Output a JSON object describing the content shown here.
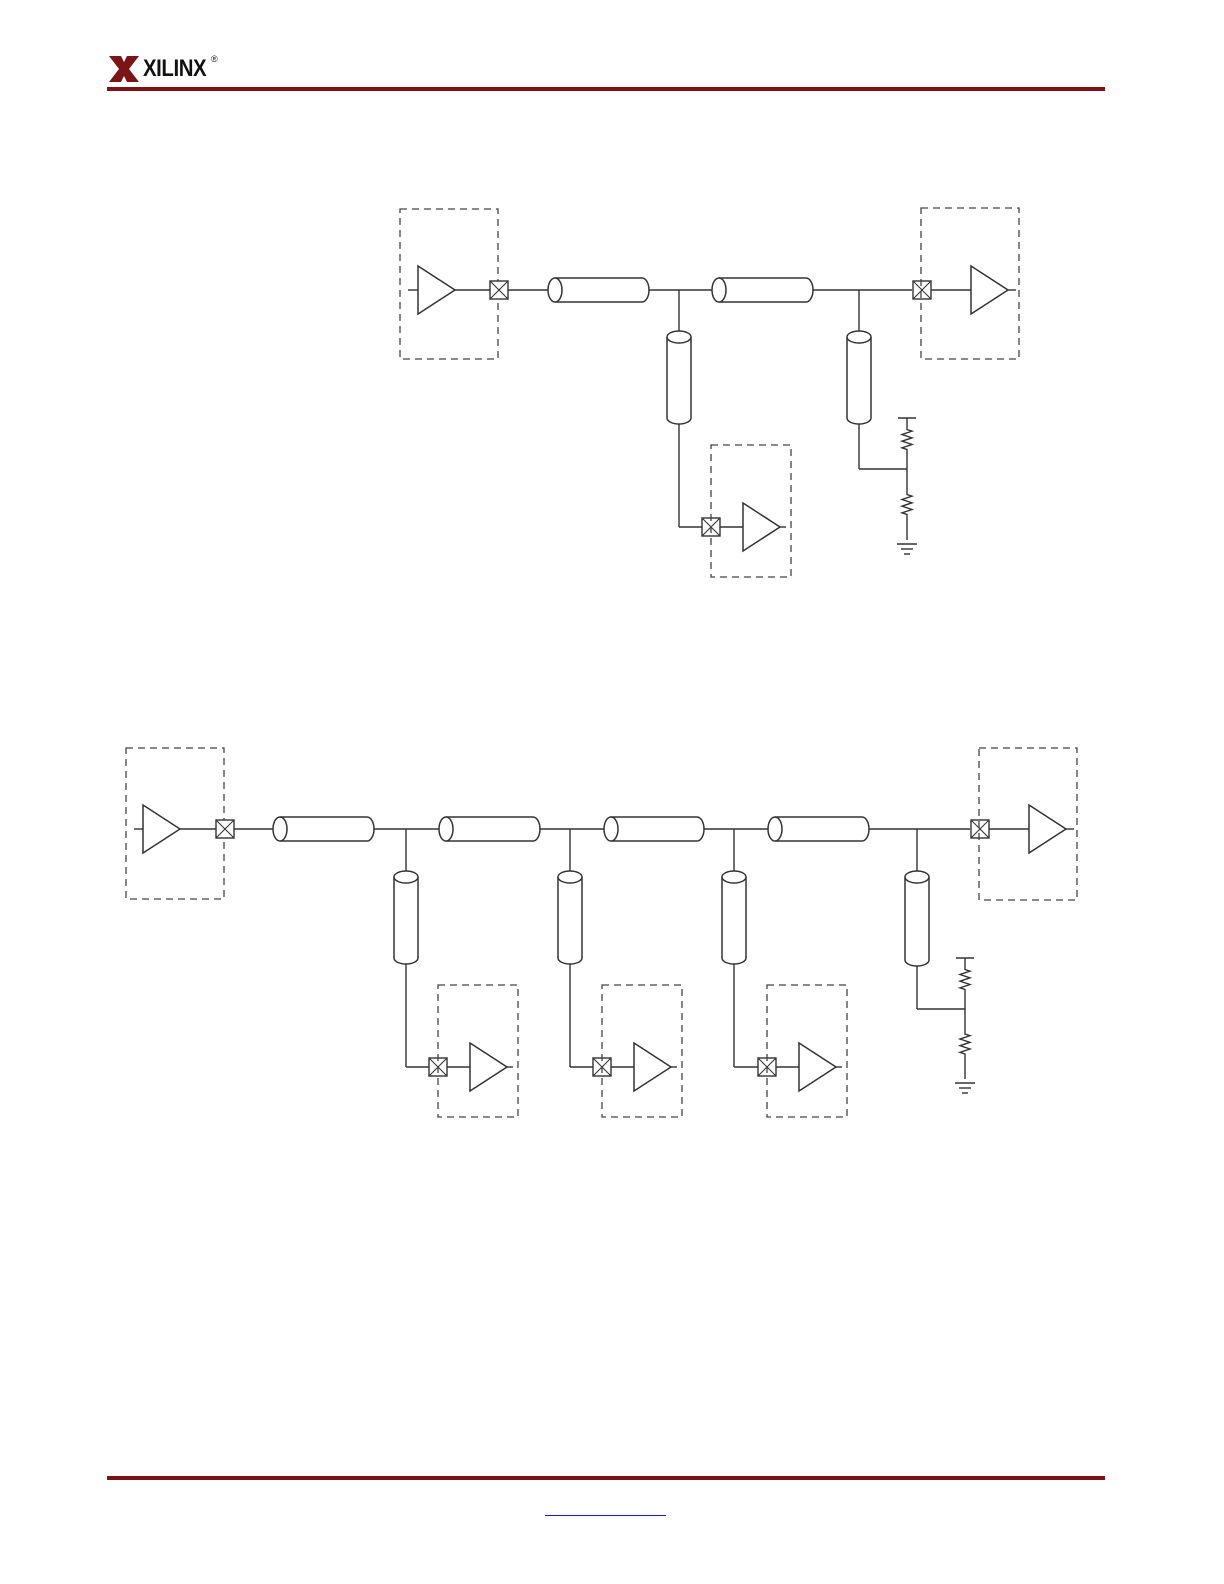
{
  "header": {
    "logo_text": "XILINX",
    "logo_reg": "®",
    "brand_color": "#7a1416"
  },
  "footer": {
    "link_text": "",
    "link_color": "#1a1acc"
  },
  "colors": {
    "line": "#333333",
    "dash": "#444444"
  },
  "diagrams": [
    {
      "name": "three-load-bus",
      "receivers": 1,
      "endpoints": 2,
      "termination": "resistor-divider"
    },
    {
      "name": "five-load-bus",
      "receivers": 3,
      "endpoints": 2,
      "termination": "resistor-divider"
    }
  ]
}
